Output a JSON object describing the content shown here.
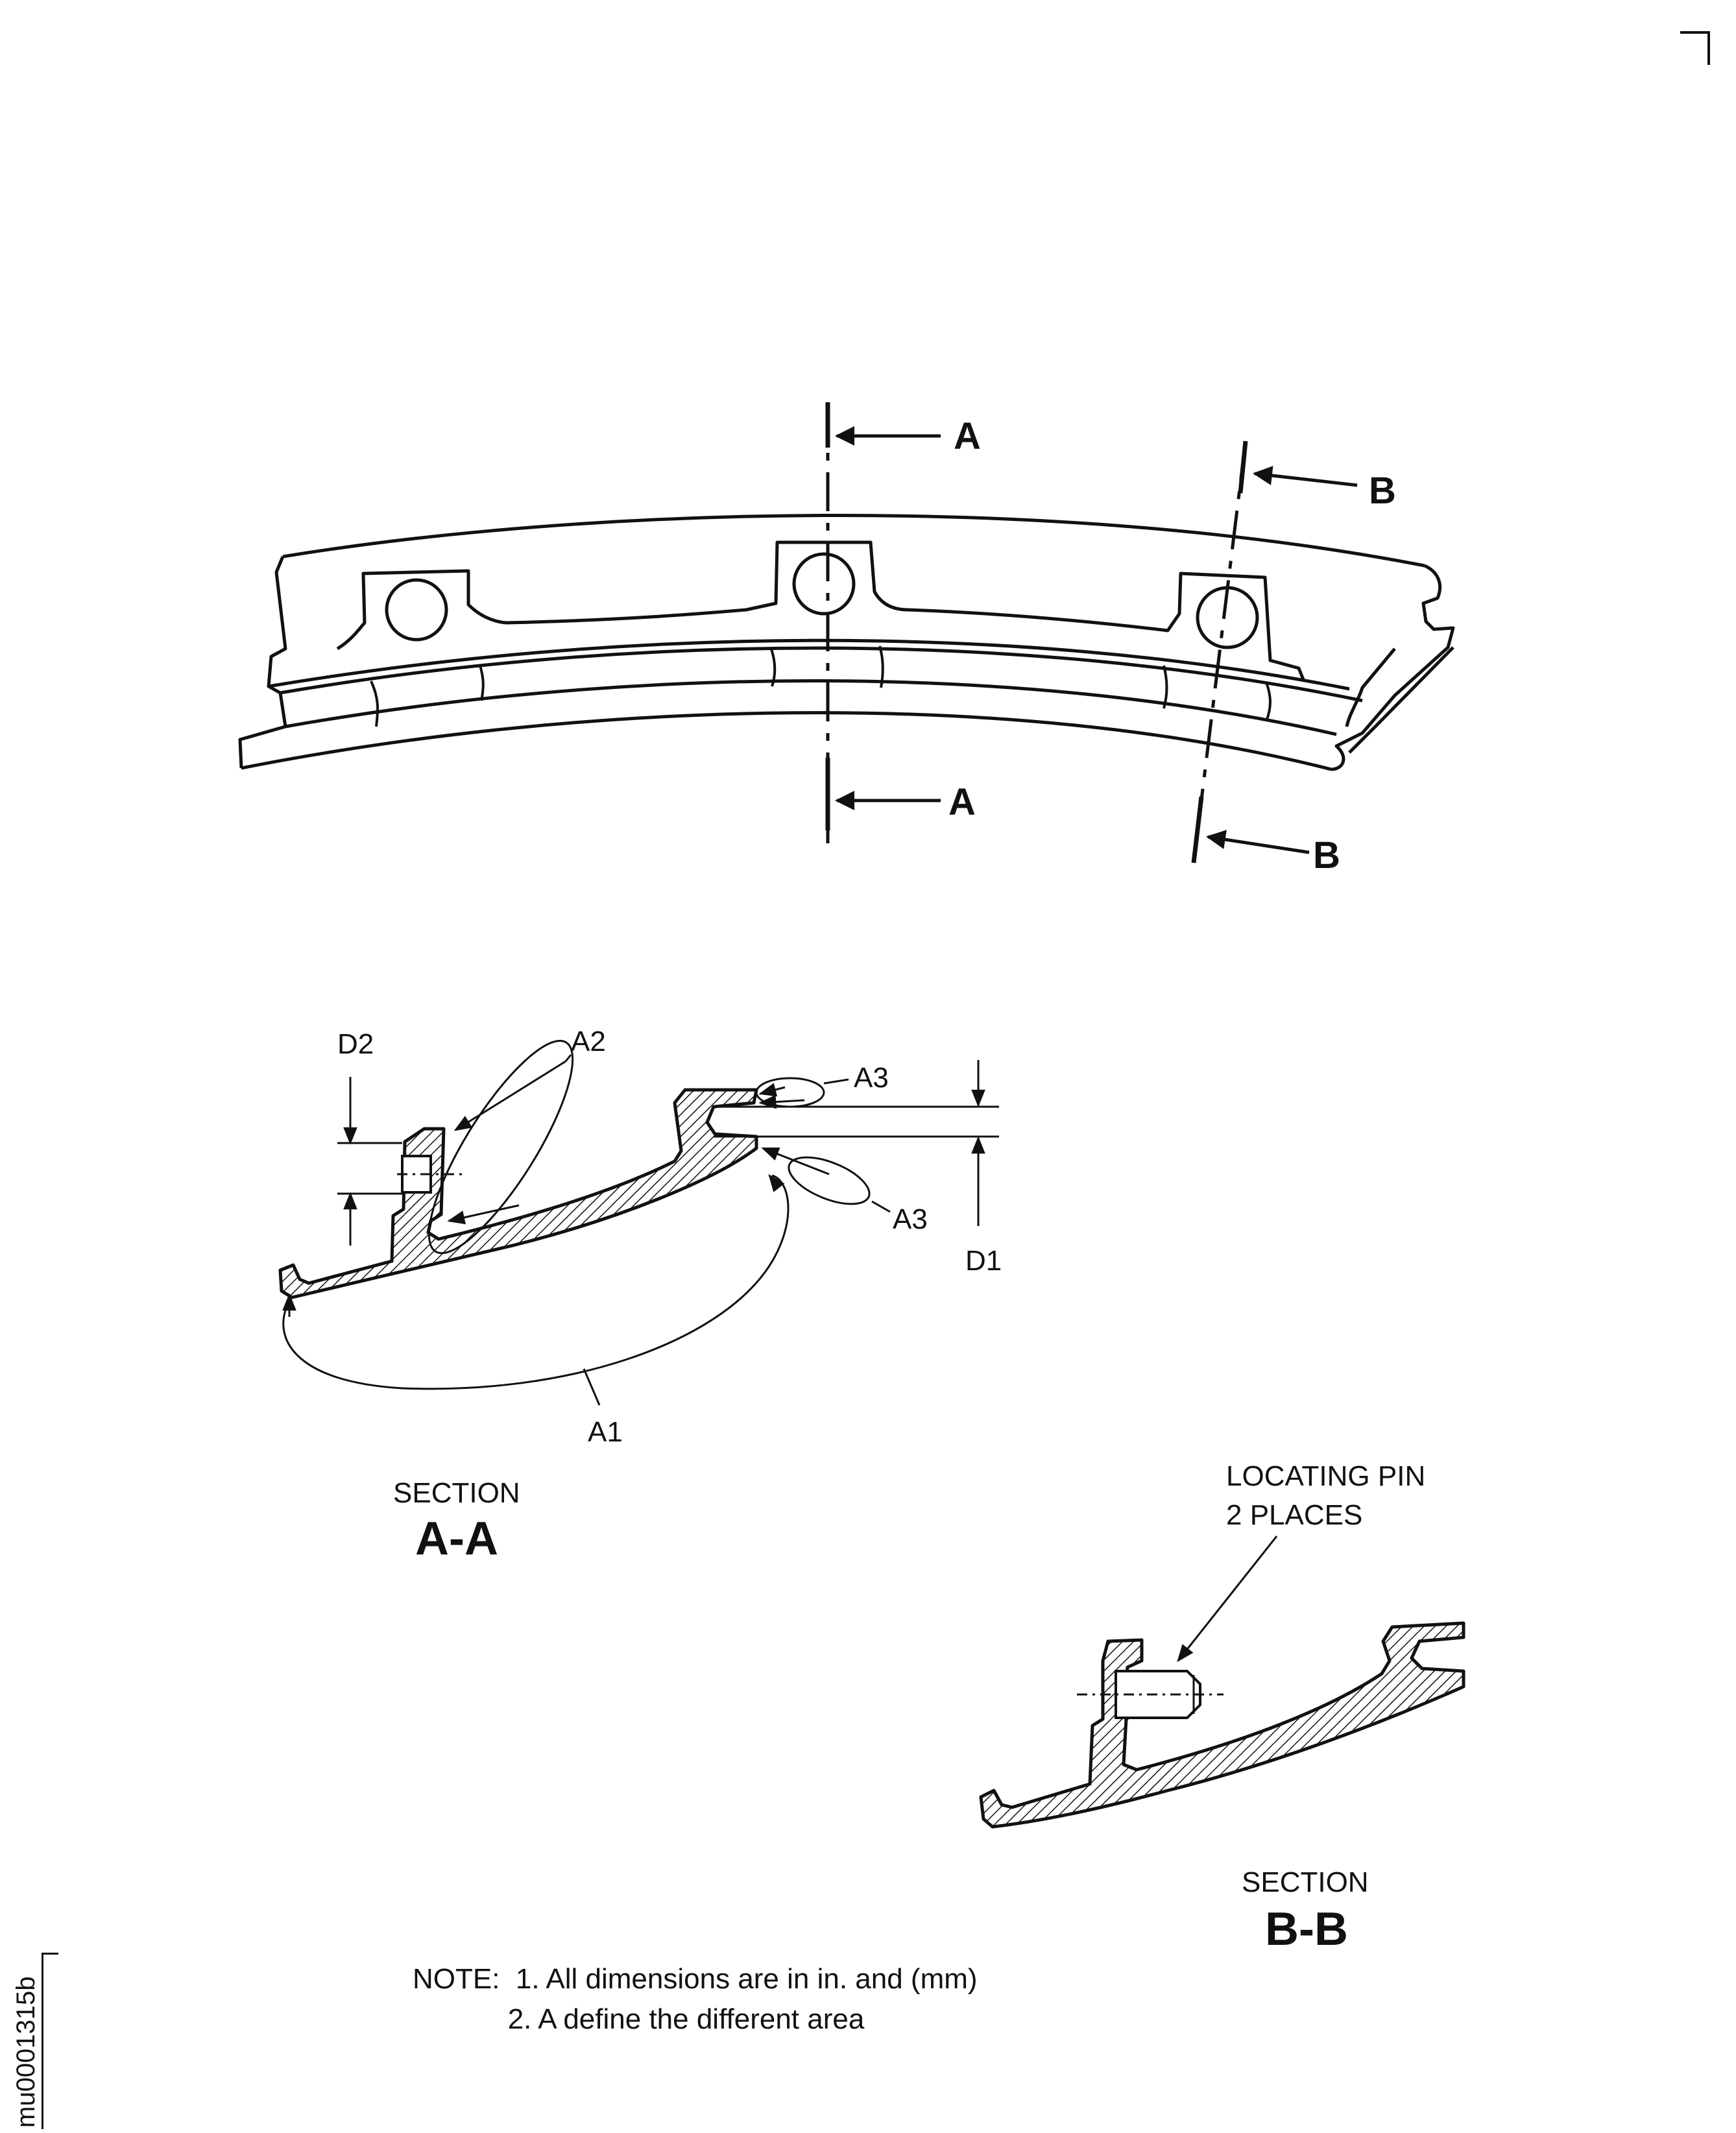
{
  "cut_labels": {
    "a_top": "A",
    "a_bottom": "A",
    "b_top": "B",
    "b_bottom": "B"
  },
  "section_aa": {
    "caption": "SECTION",
    "name": "A-A",
    "callouts": {
      "d2": "D2",
      "a2": "A2",
      "a3_upper": "A3",
      "a3_lower": "A3",
      "d1": "D1",
      "a1": "A1"
    }
  },
  "section_bb": {
    "caption": "SECTION",
    "name": "B-B",
    "pin_label_line1": "LOCATING PIN",
    "pin_label_line2": "2 PLACES"
  },
  "notes": {
    "line1": "NOTE:  1. All dimensions are in in. and (mm)",
    "line2": "            2. A define the different area"
  },
  "figure_id": "mu0001315b"
}
